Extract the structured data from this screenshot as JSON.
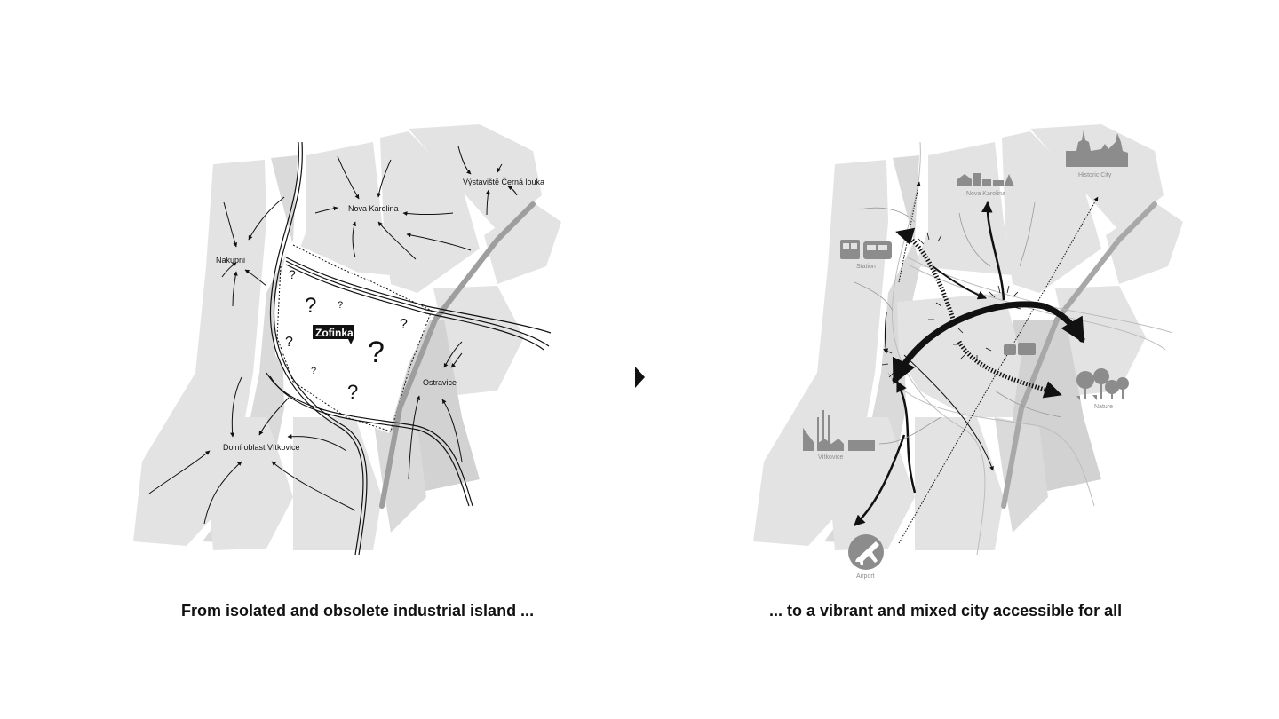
{
  "left_panel": {
    "caption": "From isolated and obsolete industrial island ...",
    "labels": {
      "nakupni": "Nakupni",
      "nova_karolina": "Nova Karolina",
      "vystaviste": "Výstaviště Černá louka",
      "ostravice": "Ostravice",
      "dolni_oblast": "Dolní oblast Vítkovice",
      "zofinka": "Zofinka"
    },
    "question_mark": "?"
  },
  "right_panel": {
    "caption": "... to a vibrant and mixed city accessible for all",
    "labels": {
      "nova_karolina": "Nova Karolina",
      "historic_city": "Historic City",
      "station": "Station",
      "nature": "Nature",
      "vitkovice": "Vítkovice",
      "airport": "Airport"
    }
  },
  "colors": {
    "block": "#e3e3e3",
    "block_dark": "#cfcfcf",
    "road": "#ffffff",
    "ink": "#111111",
    "icon_gray": "#8c8c8c"
  }
}
